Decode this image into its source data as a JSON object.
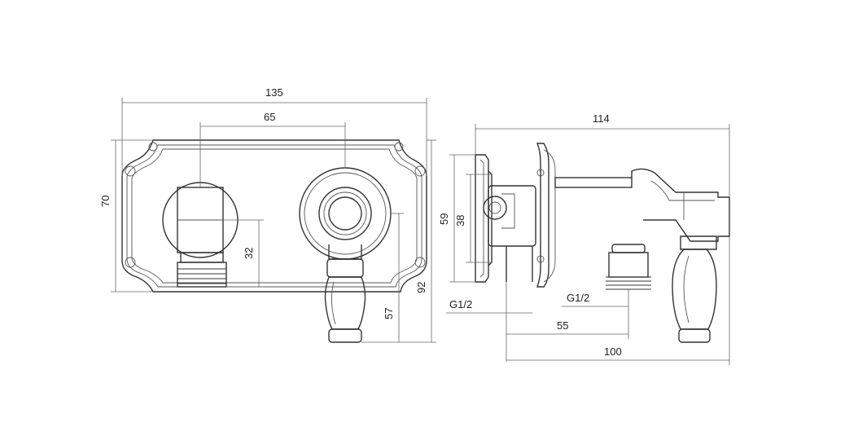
{
  "front_view": {
    "dims": {
      "overall_width": "135",
      "center_spacing": "65",
      "height": "70",
      "outlet_height": "32",
      "handle_drop": "57",
      "overall_height": "92"
    }
  },
  "side_view": {
    "dims": {
      "overall_depth": "114",
      "body_height_outer": "59",
      "body_height_inner": "38",
      "thread_inlet": "G1/2",
      "thread_outlet": "G1/2",
      "outlet_offset": "55",
      "depth_to_handle": "100"
    }
  }
}
